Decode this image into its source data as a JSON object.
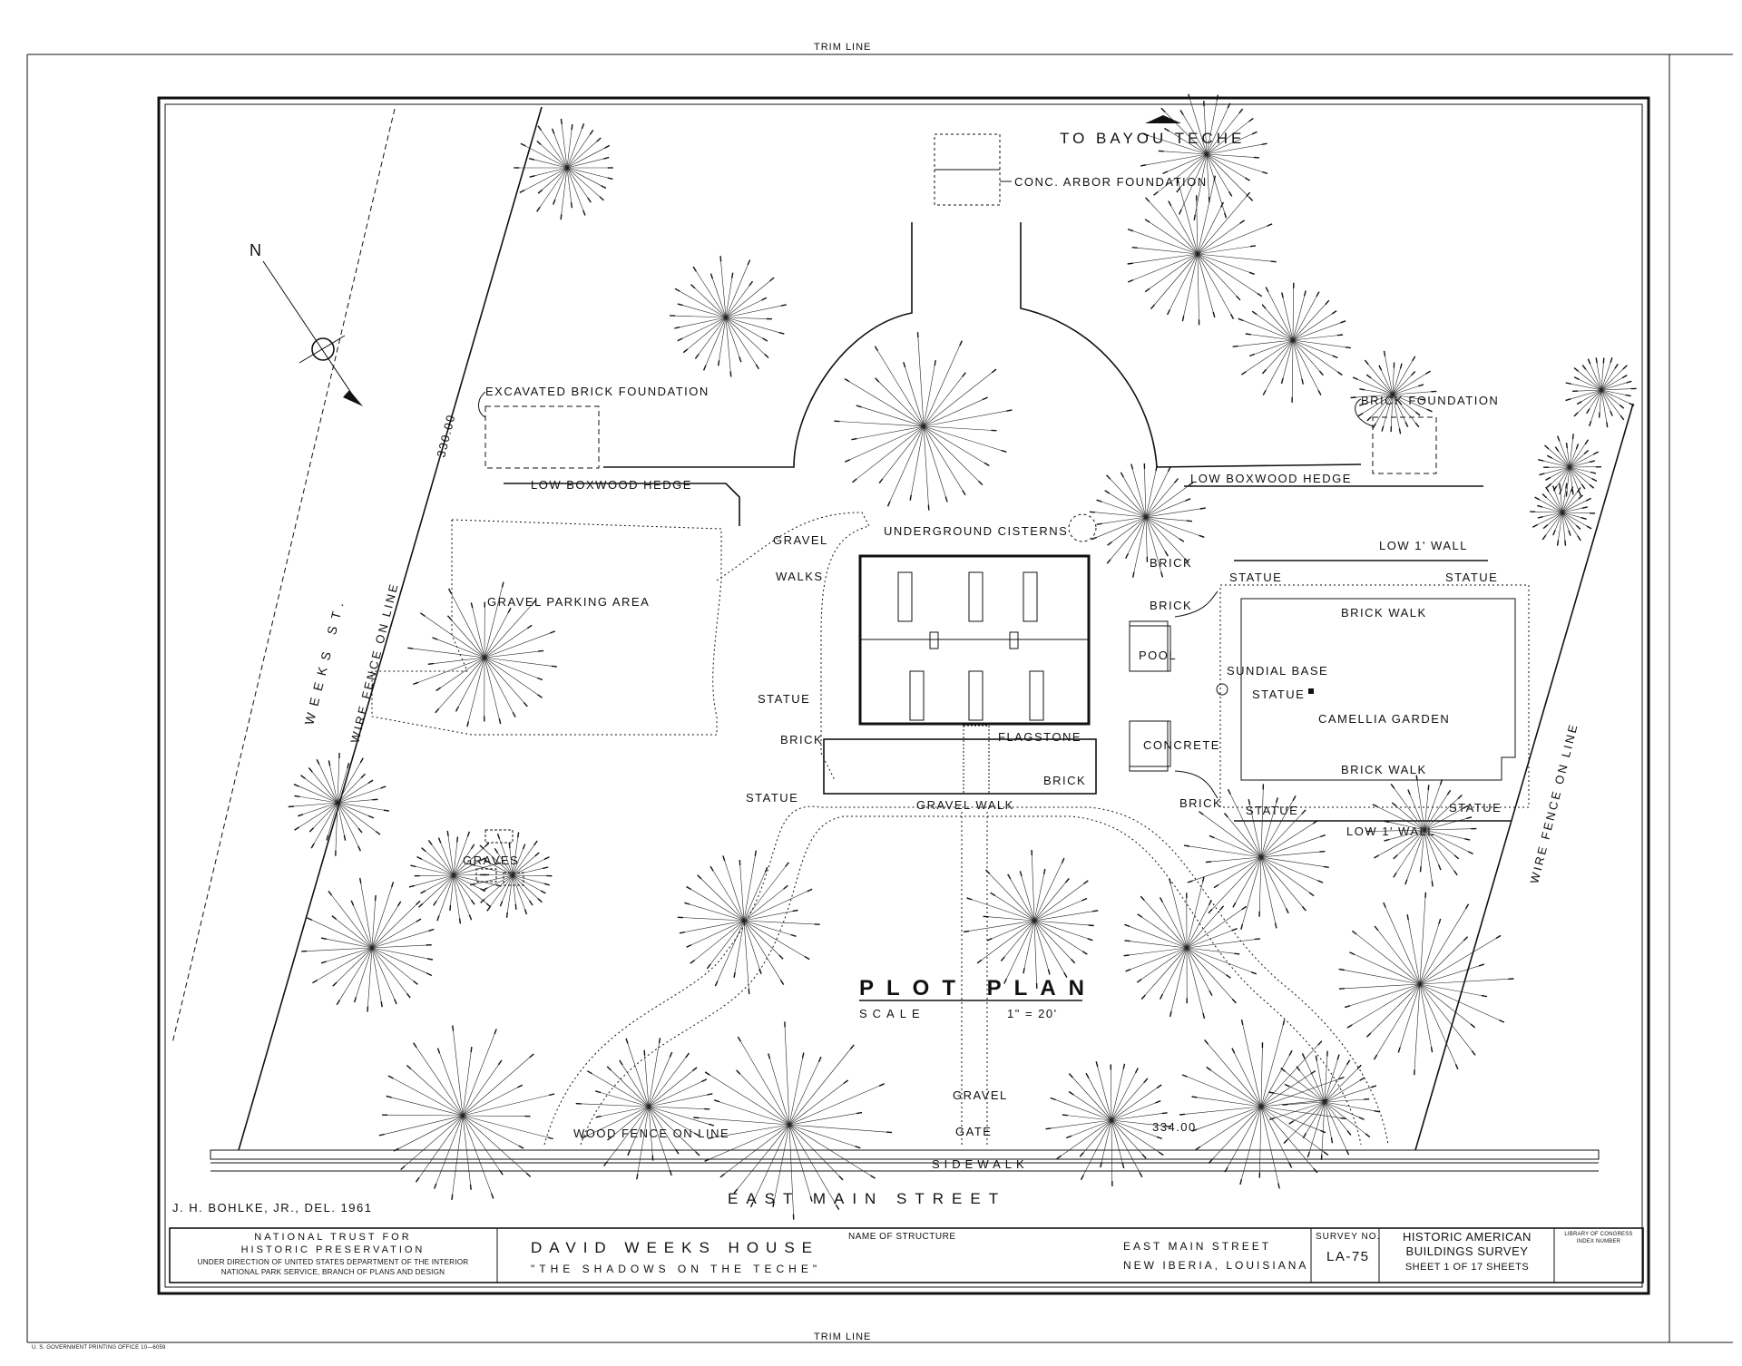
{
  "sheet": {
    "trim_line_top": "TRIM LINE",
    "trim_line_bottom": "TRIM LINE",
    "printer_note": "U. S. GOVERNMENT PRINTING OFFICE  10—6059"
  },
  "plan": {
    "north": "N",
    "to_bayou": "TO BAYOU TECHE",
    "weeks_st": "WEEKS ST.",
    "wire_fence_left": "WIRE FENCE ON LINE",
    "wire_fence_right": "WIRE FENCE ON LINE",
    "dim_330": "330.00",
    "dim_334": "334.00",
    "east_main": "EAST MAIN STREET",
    "sidewalk": "SIDEWALK",
    "delineator": "J. H. BOHLKE, JR., DEL. 1961",
    "labels": {
      "arbor": "CONC. ARBOR FOUNDATION",
      "excavated": "EXCAVATED BRICK FOUNDATION",
      "brick_foundation": "BRICK FOUNDATION",
      "hedge_left": "LOW BOXWOOD HEDGE",
      "hedge_right": "LOW BOXWOOD HEDGE",
      "cisterns": "UNDERGROUND CISTERNS",
      "gravel_walks_1": "GRAVEL",
      "gravel_walks_2": "WALKS",
      "parking": "GRAVEL PARKING AREA",
      "statue_left": "STATUE",
      "brick_left": "BRICK",
      "flagstone": "FLAGSTONE",
      "brick_front": "BRICK",
      "statue_front": "STATUE",
      "gravel_walk": "GRAVEL WALK",
      "graves": "GRAVES",
      "brick_r1": "BRICK",
      "brick_r2": "BRICK",
      "pool": "POOL",
      "concrete": "CONCRETE",
      "brick_r3": "BRICK",
      "low_wall_top": "LOW 1' WALL",
      "low_wall_bottom": "LOW 1' WALL",
      "statue_g1": "STATUE",
      "statue_g2": "STATUE",
      "statue_g3": "STATUE",
      "statue_g4": "STATUE",
      "brick_walk_top": "BRICK WALK",
      "brick_walk_bottom": "BRICK WALK",
      "sundial": "SUNDIAL BASE",
      "statue_center": "STATUE",
      "camellia": "CAMELLIA GARDEN",
      "gravel_gate_1": "GRAVEL",
      "gravel_gate_2": "GATE",
      "wood_fence": "WOOD FENCE ON LINE"
    },
    "title": "PLOT PLAN",
    "scale_label": "SCALE",
    "scale_value": "1\" = 20'"
  },
  "title_block": {
    "org_line1": "NATIONAL TRUST FOR",
    "org_line2": "HISTORIC PRESERVATION",
    "org_line3": "UNDER DIRECTION OF UNITED STATES DEPARTMENT OF THE INTERIOR",
    "org_line4": "NATIONAL PARK SERVICE, BRANCH OF PLANS AND DESIGN",
    "name_caption": "NAME OF STRUCTURE",
    "structure": "DAVID WEEKS HOUSE",
    "nickname": "\"THE SHADOWS ON THE TECHE\"",
    "address1": "EAST MAIN STREET",
    "address2": "NEW IBERIA, LOUISIANA",
    "survey_caption": "SURVEY NO.",
    "survey_no": "LA-75",
    "habs1": "HISTORIC AMERICAN",
    "habs2": "BUILDINGS SURVEY",
    "sheet_no": "SHEET 1 OF 17 SHEETS",
    "loc1": "LIBRARY OF CONGRESS",
    "loc2": "INDEX NUMBER"
  }
}
